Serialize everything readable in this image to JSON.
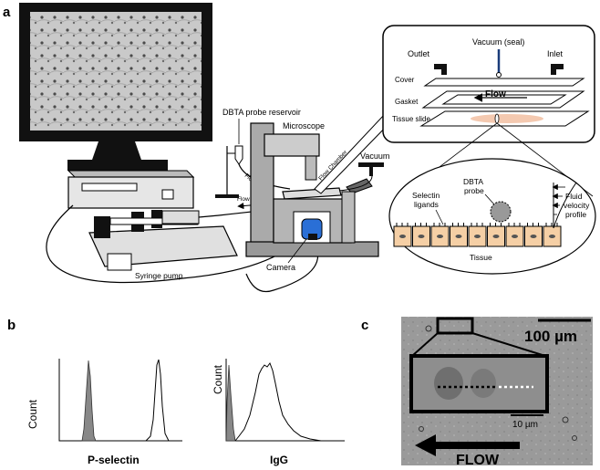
{
  "panel_a": {
    "letter": "a",
    "labels": {
      "probe_reservoir": "DBTA probe reservoir",
      "microscope": "Microscope",
      "flow_chamber": "Flow Chamber",
      "vacuum": "Vacuum",
      "flow_left": "Flow",
      "flow_right": "Flow",
      "camera": "Camera",
      "syringe_pump": "Syringe pump"
    },
    "chamber_inset": {
      "outlet": "Outlet",
      "vacuum_seal": "Vacuum (seal)",
      "inlet": "Inlet",
      "cover": "Cover",
      "gasket": "Gasket",
      "flow": "Flow",
      "tissue_slide": "Tissue slide"
    },
    "tissue_inset": {
      "dbta_probe_line1": "DBTA",
      "dbta_probe_line2": "probe",
      "selectin_line1": "Selectin",
      "selectin_line2": "ligands",
      "fluid_line1": "Fluid",
      "fluid_line2": "velocity",
      "fluid_line3": "profile",
      "tissue": "Tissue"
    }
  },
  "panel_b": {
    "letter": "b",
    "left_plot": {
      "ylabel": "Count",
      "xlabel": "P-selectin"
    },
    "right_plot": {
      "ylabel": "Count",
      "xlabel": "IgG"
    }
  },
  "panel_c": {
    "letter": "c",
    "scale_large": "100 µm",
    "scale_small": "10 µm",
    "flow": "FLOW"
  },
  "colors": {
    "tissue_cell": "#f5cfa5",
    "tissue_pink": "#f4c9b0",
    "camera_blue": "#2a6fd6",
    "histogram_fill": "#888888",
    "micrograph_bg": "#9a9a9a"
  }
}
